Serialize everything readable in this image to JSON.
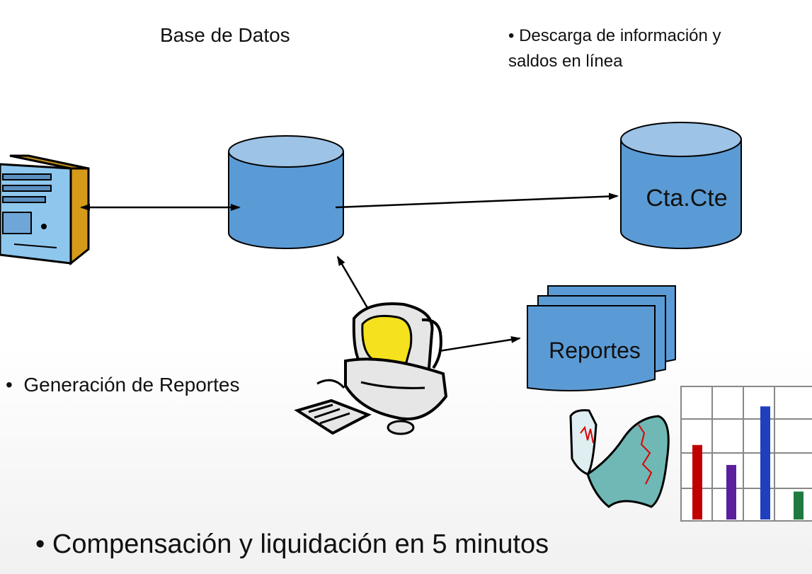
{
  "labels": {
    "title": "Base de Datos",
    "note_line1": "• Descarga de información y",
    "note_line2": "saldos en línea",
    "cta": "Cta.Cte",
    "reportes": "Reportes",
    "generacion": "Generación de Reportes",
    "compensacion": "Compensación y liquidación en 5 minutos"
  },
  "colors": {
    "cylinder_body": "#5b9bd5",
    "cylinder_top": "#9dc3e6",
    "document": "#5b9bd5",
    "screen": "#f5e11e"
  },
  "chart_icon": {
    "bars": [
      {
        "color": "#c00000",
        "level": 0.56
      },
      {
        "color": "#5b1f9e",
        "level": 0.41
      },
      {
        "color": "#1f3fbf",
        "level": 0.85
      },
      {
        "color": "#1e7a3e",
        "level": 0.21
      }
    ]
  }
}
